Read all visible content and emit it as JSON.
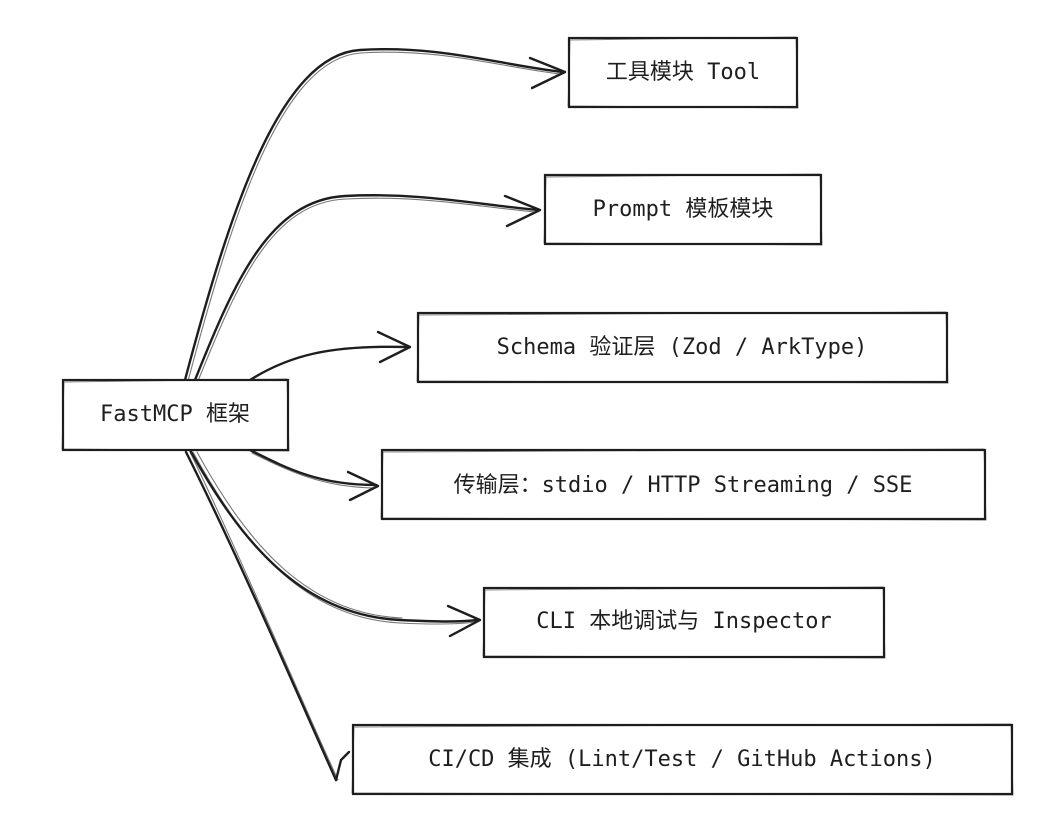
{
  "diagram": {
    "root": {
      "label": "FastMCP 框架"
    },
    "nodes": [
      {
        "id": "tool",
        "label": "工具模块 Tool"
      },
      {
        "id": "prompt",
        "label": "Prompt 模板模块"
      },
      {
        "id": "schema",
        "label": "Schema 验证层 (Zod / ArkType)"
      },
      {
        "id": "transport",
        "label": "传输层：stdio / HTTP Streaming / SSE"
      },
      {
        "id": "cli",
        "label": "CLI 本地调试与 Inspector"
      },
      {
        "id": "cicd",
        "label": "CI/CD 集成 (Lint/Test / GitHub Actions)"
      }
    ],
    "edges": [
      {
        "from": "root",
        "to": "tool"
      },
      {
        "from": "root",
        "to": "prompt"
      },
      {
        "from": "root",
        "to": "schema"
      },
      {
        "from": "root",
        "to": "transport"
      },
      {
        "from": "root",
        "to": "cli"
      },
      {
        "from": "root",
        "to": "cicd"
      }
    ],
    "colors": {
      "stroke": "#1e1e1e",
      "background": "#ffffff"
    }
  }
}
